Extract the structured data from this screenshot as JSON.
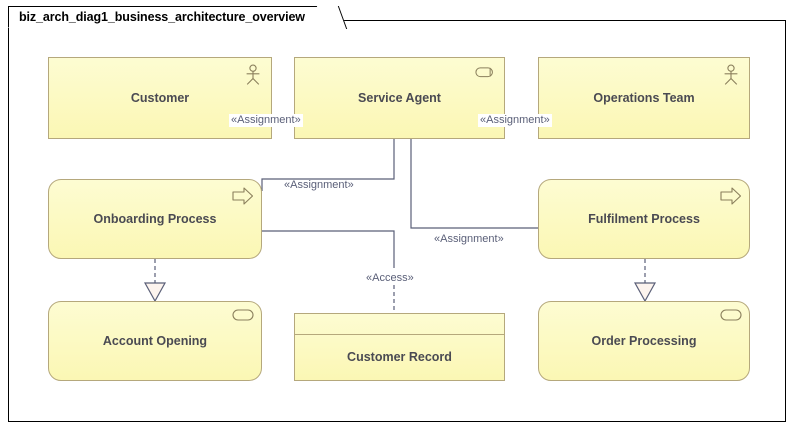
{
  "diagram": {
    "tab_title": "biz_arch_diag1_business_architecture_overview",
    "colors": {
      "node_fill_top": "#fdfcd2",
      "node_fill_bottom": "#fbf7b4",
      "node_border": "#b5a87c",
      "label_text": "#4a4a52",
      "connector": "#5a5f78",
      "frame_border": "#000000",
      "canvas": "#ffffff"
    },
    "nodes": [
      {
        "id": "customer",
        "label": "Customer",
        "icon": "actor-icon",
        "shape": "rectangle"
      },
      {
        "id": "service-agent",
        "label": "Service Agent",
        "icon": "business-role-icon",
        "shape": "rectangle"
      },
      {
        "id": "operations-team",
        "label": "Operations Team",
        "icon": "actor-icon",
        "shape": "rectangle"
      },
      {
        "id": "onboarding-process",
        "label": "Onboarding Process",
        "icon": "process-arrow-icon",
        "shape": "rounded"
      },
      {
        "id": "fulfilment-process",
        "label": "Fulfilment Process",
        "icon": "process-arrow-icon",
        "shape": "rounded"
      },
      {
        "id": "account-opening",
        "label": "Account Opening",
        "icon": "business-service-icon",
        "shape": "rounded"
      },
      {
        "id": "customer-record",
        "label": "Customer Record",
        "icon": "none",
        "shape": "business-object"
      },
      {
        "id": "order-processing",
        "label": "Order Processing",
        "icon": "business-service-icon",
        "shape": "rounded"
      }
    ],
    "connectors": [
      {
        "id": "customer-to-service-agent",
        "label": "«Assignment»",
        "style": "solid",
        "arrow": "none"
      },
      {
        "id": "service-agent-to-operations-team",
        "label": "«Assignment»",
        "style": "solid",
        "arrow": "none"
      },
      {
        "id": "service-agent-to-onboarding",
        "label": "«Assignment»",
        "style": "solid",
        "arrow": "none"
      },
      {
        "id": "service-agent-to-fulfilment",
        "label": "«Assignment»",
        "style": "solid",
        "arrow": "none"
      },
      {
        "id": "service-agent-to-customer-record",
        "label": "«Access»",
        "style": "dashed",
        "arrow": "none"
      },
      {
        "id": "onboarding-to-account-opening",
        "label": "",
        "style": "dashed",
        "arrow": "hollow-triangle"
      },
      {
        "id": "fulfilment-to-order-processing",
        "label": "",
        "style": "dashed",
        "arrow": "hollow-triangle"
      }
    ]
  }
}
